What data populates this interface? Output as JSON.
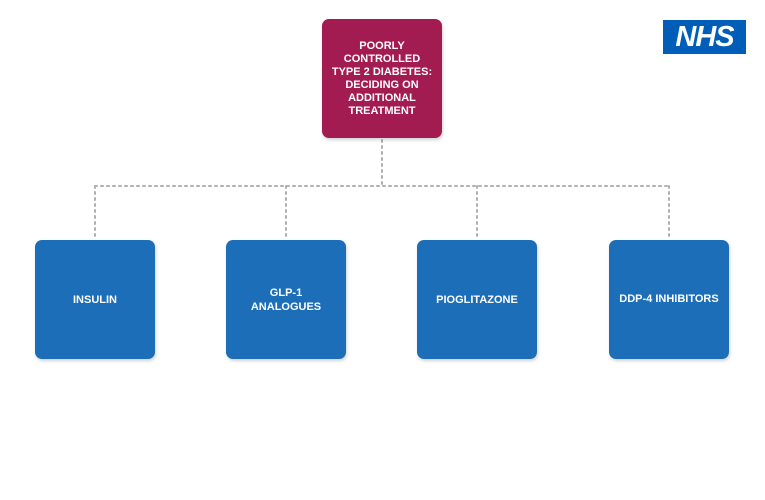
{
  "logo": {
    "text": "NHS",
    "color": "#005EB8"
  },
  "colors": {
    "root": "#A31C51",
    "child": "#1C6EB8",
    "connector": "#B0B0B0"
  },
  "diagram": {
    "root": {
      "label": "POORLY CONTROLLED TYPE 2 DIABETES: DECIDING ON ADDITIONAL TREATMENT"
    },
    "children": [
      {
        "label": "INSULIN"
      },
      {
        "label": "GLP-1 ANALOGUES"
      },
      {
        "label": "PIOGLITAZONE"
      },
      {
        "label": "DDP-4 INHIBITORS"
      }
    ]
  }
}
